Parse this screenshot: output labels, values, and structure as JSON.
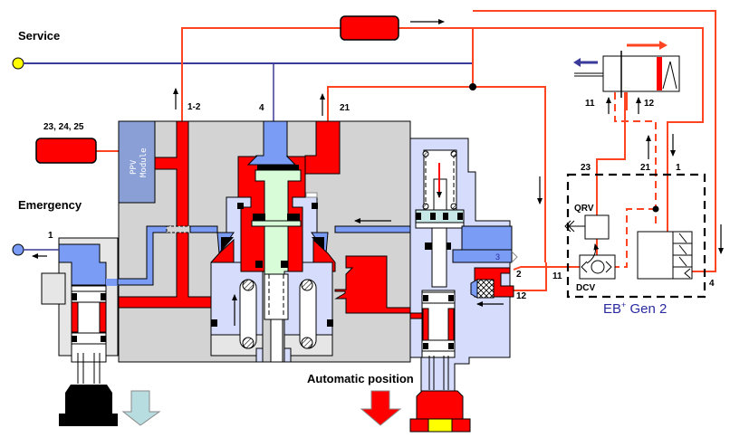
{
  "diagram": {
    "title": "EB+ Gen 2 pneumatic circuit",
    "labels": {
      "service": "Service",
      "emergency": "Emergency",
      "reservoirs": "23, 24, 25",
      "automatic_position": "Automatic position",
      "ppv_line1": "PPV",
      "ppv_line2": "Module",
      "eb_gen2": "EB",
      "eb_gen2_sup": "+",
      "eb_gen2_suffix": " Gen 2",
      "qrv": "QRV",
      "dcv": "DCV"
    },
    "ports": {
      "p1_2": "1-2",
      "p4_top": "4",
      "p21_top": "21",
      "p1_emergency": "1",
      "p3": "3",
      "p2": "2",
      "p12_valve": "12",
      "p11_dcv": "11",
      "p23": "23",
      "p21_eb": "21",
      "p1_eb": "1",
      "p4_eb": "4",
      "p11_cyl": "11",
      "p12_cyl": "12"
    },
    "colors": {
      "pressure_red": "#ff0000",
      "line_red": "#ff4422",
      "service_blue": "#3a3a9a",
      "exhaust_blue": "#7b9cf5",
      "light_blue": "#d6dcfb",
      "body_grey": "#d3d3d3",
      "light_grey": "#e6e6e6",
      "ppv_blue": "#8a9fd6",
      "piston_green": "#d8fbd8",
      "seal_cyan": "#c8e8e8",
      "service_yellow": "#ffff00",
      "release_arrow": "#b8dde0"
    }
  }
}
